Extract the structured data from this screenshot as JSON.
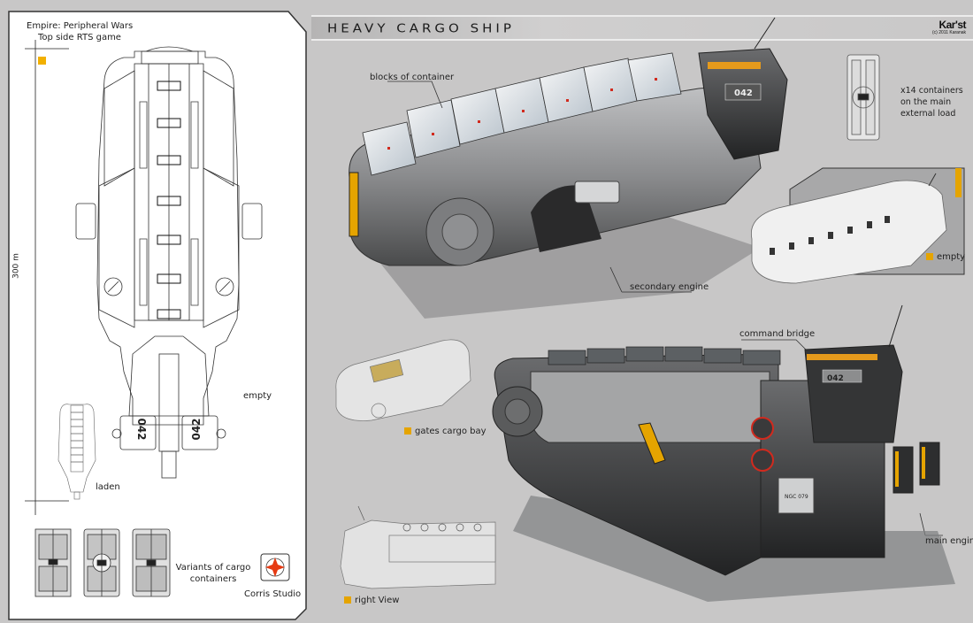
{
  "sheet": {
    "title": "HEAVY CARGO SHIP",
    "logo_text": "Kar'st",
    "logo_subtext": "(c) 2011 Karanak",
    "accent_color": "#e5a400"
  },
  "left_panel": {
    "header_line1": "Empire: Peripheral Wars",
    "header_line2": "Top side RTS game",
    "scale_label": "300 m",
    "hull_number": "042",
    "labels": {
      "empty": "empty",
      "laden": "laden",
      "variants": "Variants of cargo containers",
      "studio": "Corris Studio"
    }
  },
  "right_panel": {
    "annotations": {
      "blocks_of_container": "blocks of container",
      "containers_count": "x14 containers on the main external load",
      "empty": "empty",
      "secondary_engine": "secondary engine",
      "command_bridge": "command bridge",
      "gates_cargo_bay": "gates cargo bay",
      "main_engine": "main engine",
      "right_view": "right View"
    },
    "hull_number": "042",
    "registry": "NGC 079"
  }
}
